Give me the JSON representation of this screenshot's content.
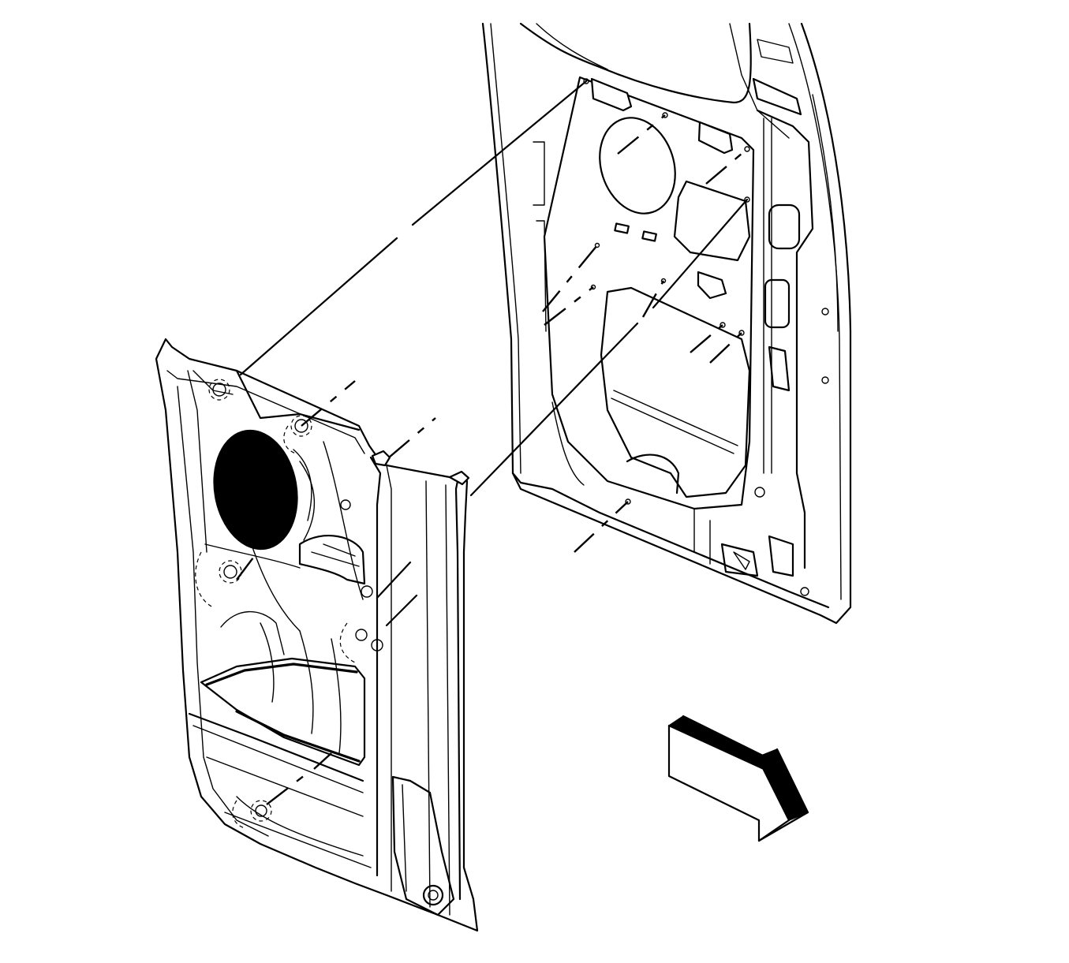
{
  "figure": {
    "components": [
      {
        "role": "door-inner-panel",
        "icon": "door-frame-icon"
      },
      {
        "role": "door-trim-panel",
        "icon": "trim-panel-icon"
      },
      {
        "role": "speaker-opening",
        "icon": "speaker-grille-icon"
      },
      {
        "role": "push-pin-retainers",
        "icon": "push-pin-icon"
      },
      {
        "role": "alignment-lines",
        "icon": "dashed-leader-icon"
      },
      {
        "role": "vehicle-front-direction",
        "icon": "direction-arrow-icon"
      }
    ],
    "colors": {
      "line": "#000000",
      "background": "#ffffff",
      "speaker": "#000000"
    }
  }
}
